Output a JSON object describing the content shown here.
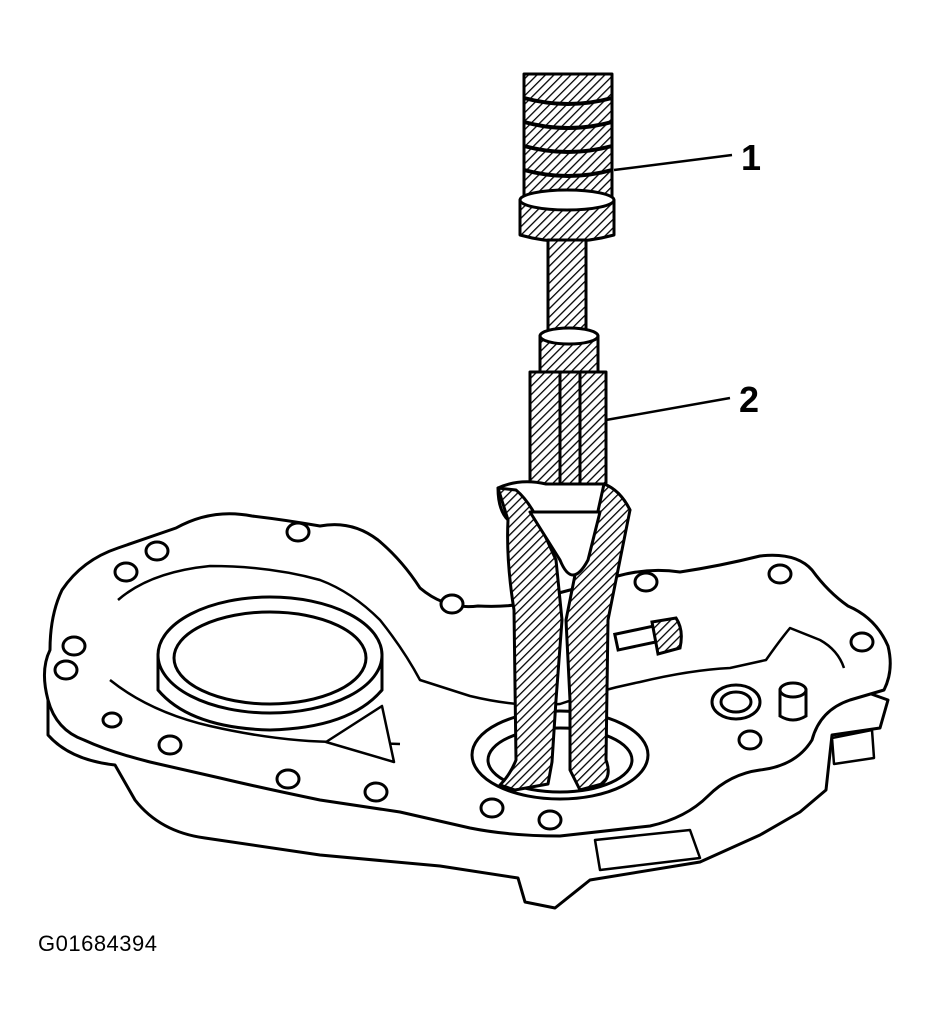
{
  "callouts": [
    {
      "number": "1"
    },
    {
      "number": "2"
    }
  ],
  "figure_id": "G01684394",
  "colors": {
    "ink": "#000000",
    "paper": "#ffffff"
  }
}
